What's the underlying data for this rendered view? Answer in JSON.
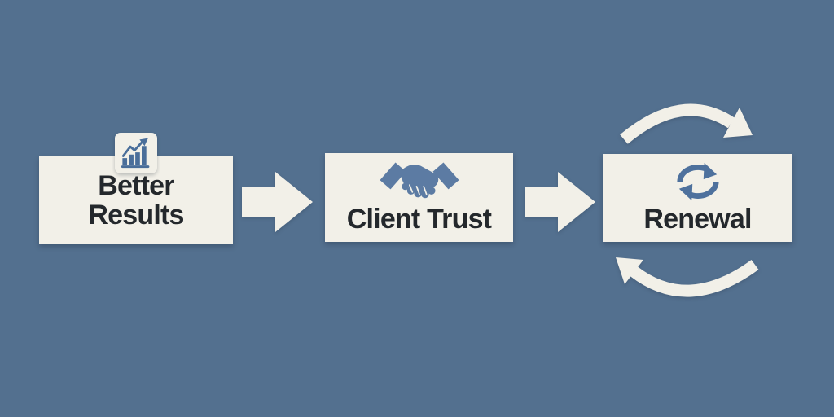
{
  "diagram": {
    "steps": [
      {
        "label": "Better Results",
        "icon": "bar-chart-icon"
      },
      {
        "label": "Client Trust",
        "icon": "handshake-icon"
      },
      {
        "label": "Renewal",
        "icon": "refresh-cycle-icon"
      }
    ],
    "connectors": [
      {
        "type": "block-arrow-right",
        "from": "Better Results",
        "to": "Client Trust"
      },
      {
        "type": "block-arrow-right",
        "from": "Client Trust",
        "to": "Renewal"
      },
      {
        "type": "circular-cycle-arrows",
        "around": "Renewal"
      }
    ]
  },
  "colors": {
    "bg": "#53708F",
    "box": "#F2F0E8",
    "arrow": "#F2F0E8",
    "text": "#24282C",
    "icon-chart": "#4A6E9A",
    "icon-hand": "#5C7BA3",
    "icon-refresh": "#4E719D"
  }
}
